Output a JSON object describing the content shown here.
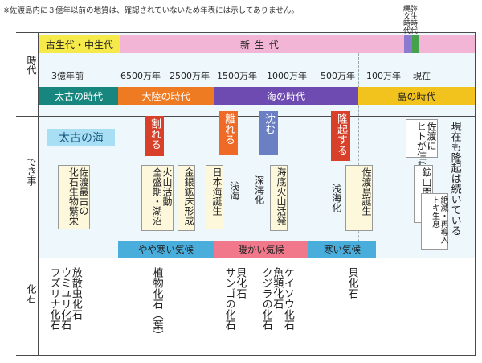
{
  "note": "※佐渡島内に３億年以前の地質は、確認されていないため年表には示してありません。",
  "left_labels": {
    "period": "時代",
    "events": "でき事",
    "fossils": "化石"
  },
  "eras": {
    "paleo_meso": "古生代・中生代",
    "cenozoic": "新生代",
    "jomon_yayoi": "弥生時代\n縄文時代"
  },
  "ticks": [
    "3億年前",
    "6500万年",
    "2500万年",
    "1500万年",
    "1000万年",
    "500万年",
    "100万年",
    "現在"
  ],
  "periods": [
    "太古の時代",
    "大陸の時代",
    "海の時代",
    "島の時代"
  ],
  "events": {
    "ancient_sea": "太古の海",
    "oldest_fossil": "佐渡最古の\n化石生物繁栄",
    "split": "割れる",
    "volcano": "火山活動\n全盛期・湖沼",
    "gold_silver": "金銀鉱床形成",
    "separate": "離れる",
    "sea_of_japan": "日本海誕生",
    "shallow_sea": "浅海",
    "sink": "沈む",
    "deep_sea": "深海化",
    "submarine_volcano": "海底火山活発",
    "uplift": "隆起する",
    "shallow_again": "浅海化",
    "sado_birth": "佐渡島誕生",
    "humans": "佐渡に\nヒトが住む",
    "still_rising": "現在も隆起は続いている",
    "mine": "鉱山開発",
    "toki": "絶滅・再導入\nトキ生息"
  },
  "climate": [
    "やや寒い気候",
    "暖かい気候",
    "寒い気候"
  ],
  "fossils": {
    "f1": "放散虫化石\nウミユリ化石\nフズリナ化石",
    "f2": "植物化石（葉）",
    "f3": "貝化石\nサンゴの化石",
    "f4": "ケイソウ化石\n魚類化石\nクジラの化石",
    "f5": "貝化石"
  },
  "colors": {
    "paleo": "#f6e94a",
    "cenozoic": "#f3b5d6",
    "ancient": "#17867e",
    "continent": "#ee7a22",
    "sea": "#6e4bb0",
    "island": "#f2c31c",
    "climate_light": "#4aaedd",
    "climate_warm": "#f0788a",
    "tag_red": "#d9402a",
    "tag_orange": "#ee6a26",
    "tag_blue": "#6a7fc4",
    "cyan": "#a9dff5"
  }
}
